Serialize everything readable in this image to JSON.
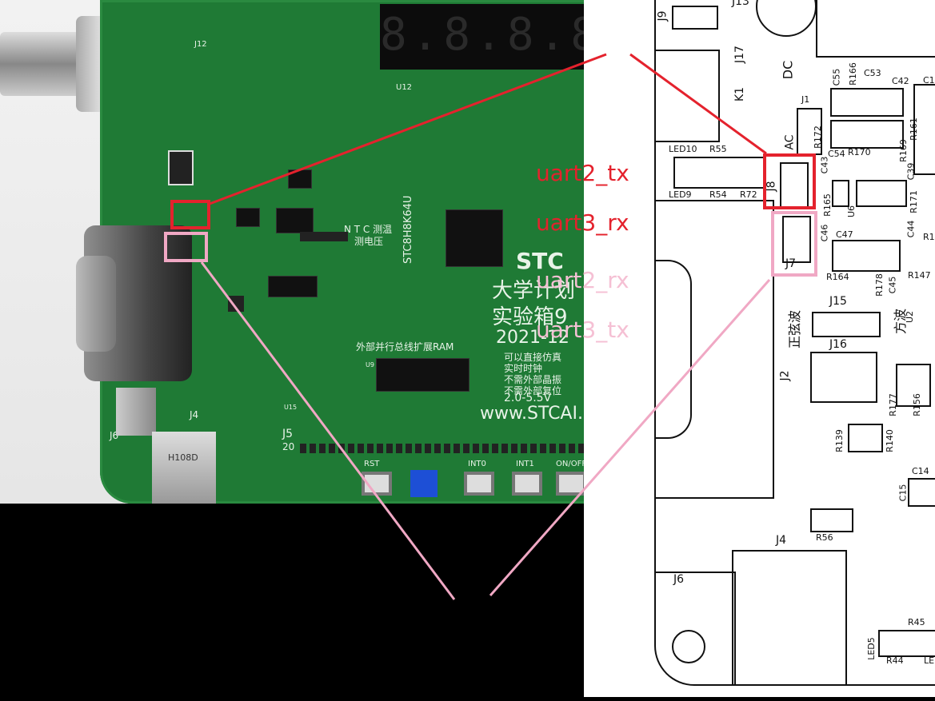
{
  "photo": {
    "board_labels": {
      "mcu": "STC8H8K64U",
      "brand": "STC",
      "title_line1": "大学计划",
      "title_line2": "实验箱9",
      "year": "2021-12",
      "bus": "外部并行总线扩展RAM",
      "note1": "可以直接仿真",
      "note2": "实时时钟",
      "note3": "不需外部晶振",
      "note4": "不需外部复位",
      "voltage": "2.0-5.5V",
      "url": "www.STCAI.",
      "ntc": "N T C 测温",
      "ntc2": "测电压",
      "j5": "J5",
      "j6": "J6",
      "j4": "J4",
      "j12": "J12",
      "usb_label": "H108D",
      "rst": "RST",
      "int0": "INT0",
      "int1": "INT1",
      "onoff": "ON/OFF",
      "u12": "U12",
      "u9": "U9",
      "u15": "U15",
      "p20": "20"
    }
  },
  "annotations": {
    "uart2_tx": "uart2_tx",
    "uart3_rx": "uart3_rx",
    "uart2_rx": "uart2_rx",
    "uart3_tx": "uart3_tx"
  },
  "schematic": {
    "labels": {
      "j9": "J9",
      "j13": "J13",
      "j17": "J17",
      "dc": "DC",
      "k1": "K1",
      "j1": "J1",
      "c55": "C55",
      "r166": "R166",
      "c53": "C53",
      "c42": "C42",
      "r172": "R172",
      "c54": "C54",
      "r170": "R170",
      "r169": "R169",
      "r161": "R161",
      "led10": "LED10",
      "r55": "R55",
      "led9": "LED9",
      "r54": "R54",
      "r72": "R72",
      "c43": "C43",
      "j8": "J8",
      "r165": "R165",
      "u6": "U6",
      "c39": "C39",
      "r171": "R171",
      "c46": "C46",
      "c47": "C47",
      "c44": "C44",
      "j7": "J7",
      "r164": "R164",
      "r178": "R178",
      "c45": "C45",
      "r147": "R147",
      "zxb": "正弦波",
      "j15": "J15",
      "fb": "方波",
      "u2": "U2",
      "j16": "J16",
      "j2": "J2",
      "r177": "R177",
      "r156": "R156",
      "r139": "R139",
      "r140": "R140",
      "c14": "C14",
      "c15": "C15",
      "r56": "R56",
      "j4": "J4",
      "j6": "J6",
      "r45": "R45",
      "led5": "LED5",
      "r44": "R44",
      "le": "LE",
      "ac": "AC",
      "r1": "R1",
      "c1": "C1"
    }
  }
}
